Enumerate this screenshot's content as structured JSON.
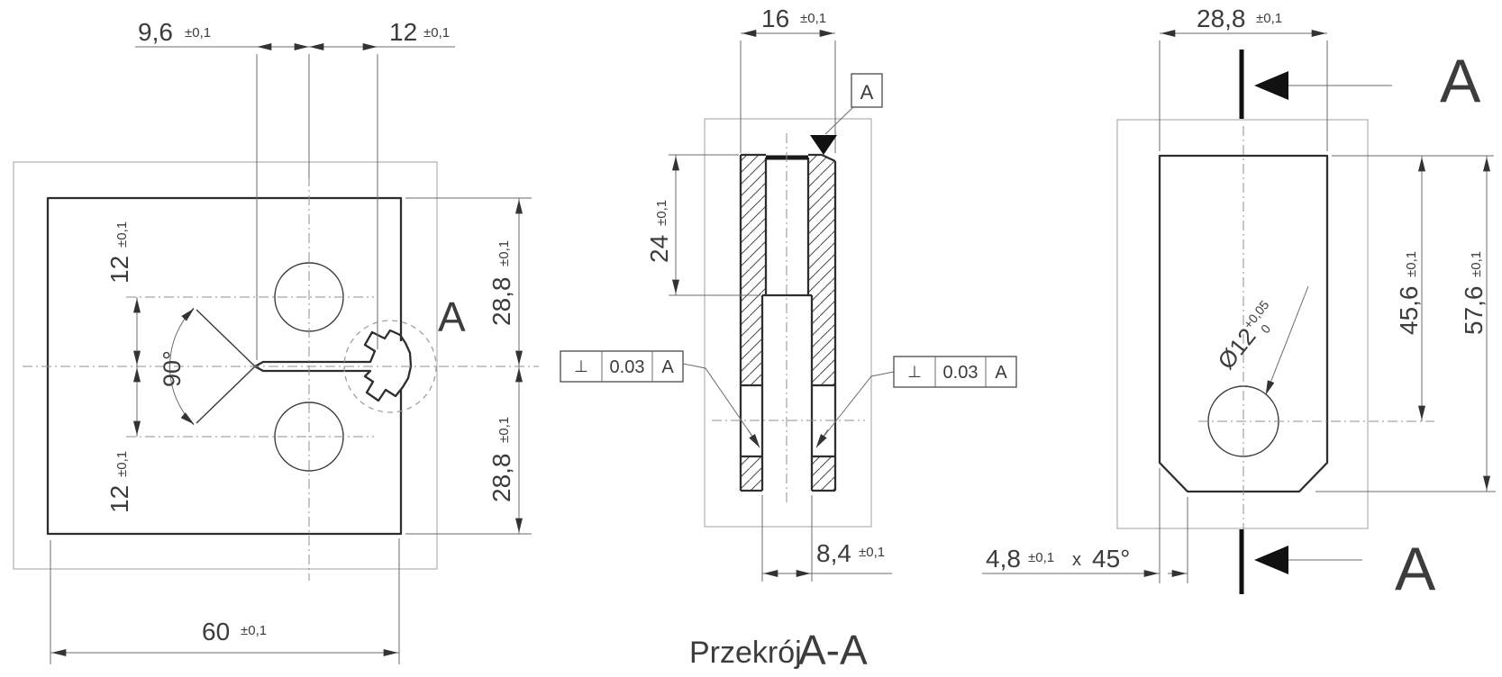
{
  "drawing": {
    "caption": {
      "prefix": "Przekrój",
      "section": "A-A"
    },
    "colors": {
      "ink": "#3c3c3c",
      "background": "#ffffff"
    },
    "front_view": {
      "dim_9_6": {
        "value": "9,6",
        "tol": "±0,1"
      },
      "dim_12_top": {
        "value": "12",
        "tol": "±0,1"
      },
      "dim_12_upper": {
        "value": "12",
        "tol": "±0,1"
      },
      "dim_12_lower": {
        "value": "12",
        "tol": "±0,1"
      },
      "dim_angle": {
        "value": "90°"
      },
      "dim_28_8_upper": {
        "value": "28,8",
        "tol": "±0,1"
      },
      "dim_28_8_lower": {
        "value": "28,8",
        "tol": "±0,1"
      },
      "dim_60": {
        "value": "60",
        "tol": "±0,1"
      },
      "detail_label": "A"
    },
    "section_view": {
      "dim_16": {
        "value": "16",
        "tol": "±0,1"
      },
      "dim_24": {
        "value": "24",
        "tol": "±0,1"
      },
      "dim_8_4": {
        "value": "8,4",
        "tol": "±0,1"
      },
      "datum_label": "A",
      "fcf_left": {
        "symbol": "⊥",
        "tolerance": "0.03",
        "datum": "A"
      },
      "fcf_right": {
        "symbol": "⊥",
        "tolerance": "0.03",
        "datum": "A"
      }
    },
    "side_view": {
      "dim_28_8": {
        "value": "28,8",
        "tol": "±0,1"
      },
      "dim_45_6": {
        "value": "45,6",
        "tol": "±0,1"
      },
      "dim_57_6": {
        "value": "57,6",
        "tol": "±0,1"
      },
      "dim_hole": {
        "value": "Ø12",
        "tol_upper": "+0,05",
        "tol_lower": "0"
      },
      "dim_chamfer": {
        "value": "4,8",
        "tol": "±0,1",
        "separator": "x",
        "angle": "45°"
      },
      "section_label_top": "A",
      "section_label_bottom": "A"
    }
  }
}
